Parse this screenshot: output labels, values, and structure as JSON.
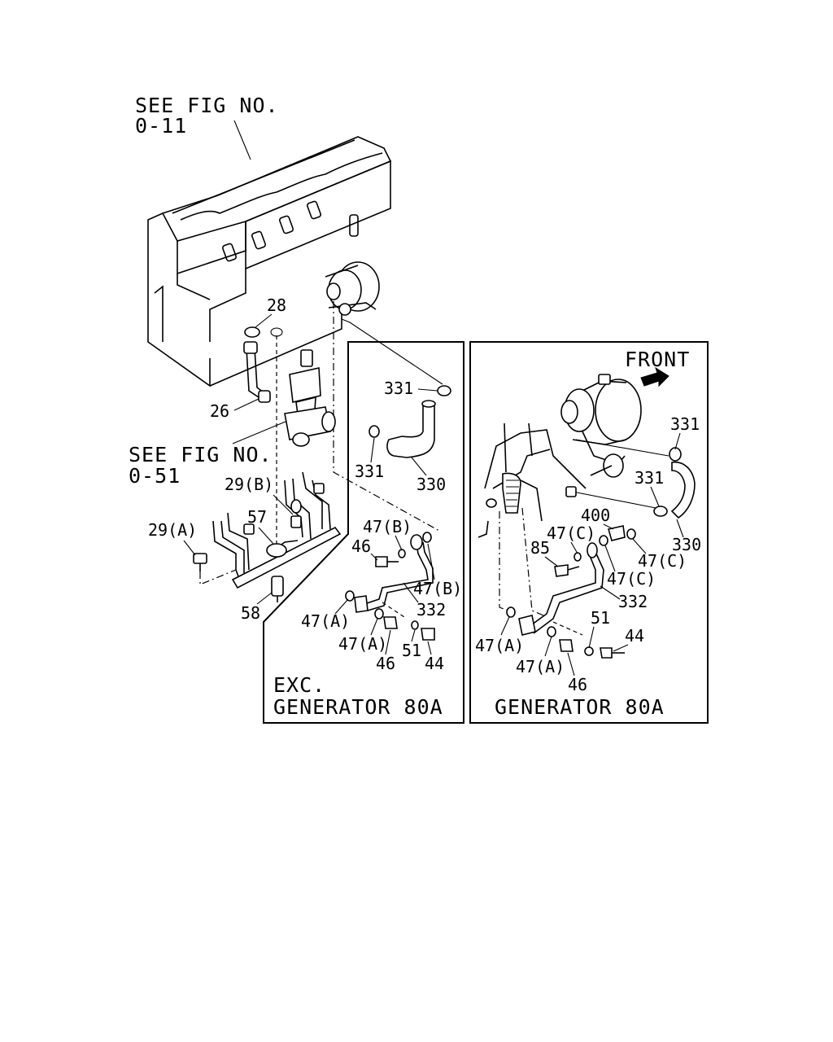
{
  "references": {
    "fig_011": [
      "SEE FIG NO.",
      "0-11"
    ],
    "fig_051": [
      "SEE FIG NO.",
      "0-51"
    ]
  },
  "front_label": "FRONT",
  "main_labels": {
    "l28": "28",
    "l26": "26",
    "l29b": "29(B)",
    "l57": "57",
    "l29a": "29(A)",
    "l58": "58"
  },
  "panel_left": {
    "caption": [
      "EXC.",
      "GENERATOR 80A"
    ],
    "labels": {
      "l331a": "331",
      "l331b": "331",
      "l330": "330",
      "l47b1": "47(B)",
      "l46a": "46",
      "l47b2": "47(B)",
      "l332": "332",
      "l47a1": "47(A)",
      "l47a2": "47(A)",
      "l51": "51",
      "l46b": "46",
      "l44": "44"
    }
  },
  "panel_right": {
    "caption": [
      "GENERATOR 80A"
    ],
    "labels": {
      "l331a": "331",
      "l331b": "331",
      "l330": "330",
      "l400": "400",
      "l47c1": "47(C)",
      "l85": "85",
      "l47c2": "47(C)",
      "l47c3": "47(C)",
      "l332": "332",
      "l47a1": "47(A)",
      "l51": "51",
      "l44": "44",
      "l47a2": "47(A)",
      "l46": "46"
    }
  }
}
